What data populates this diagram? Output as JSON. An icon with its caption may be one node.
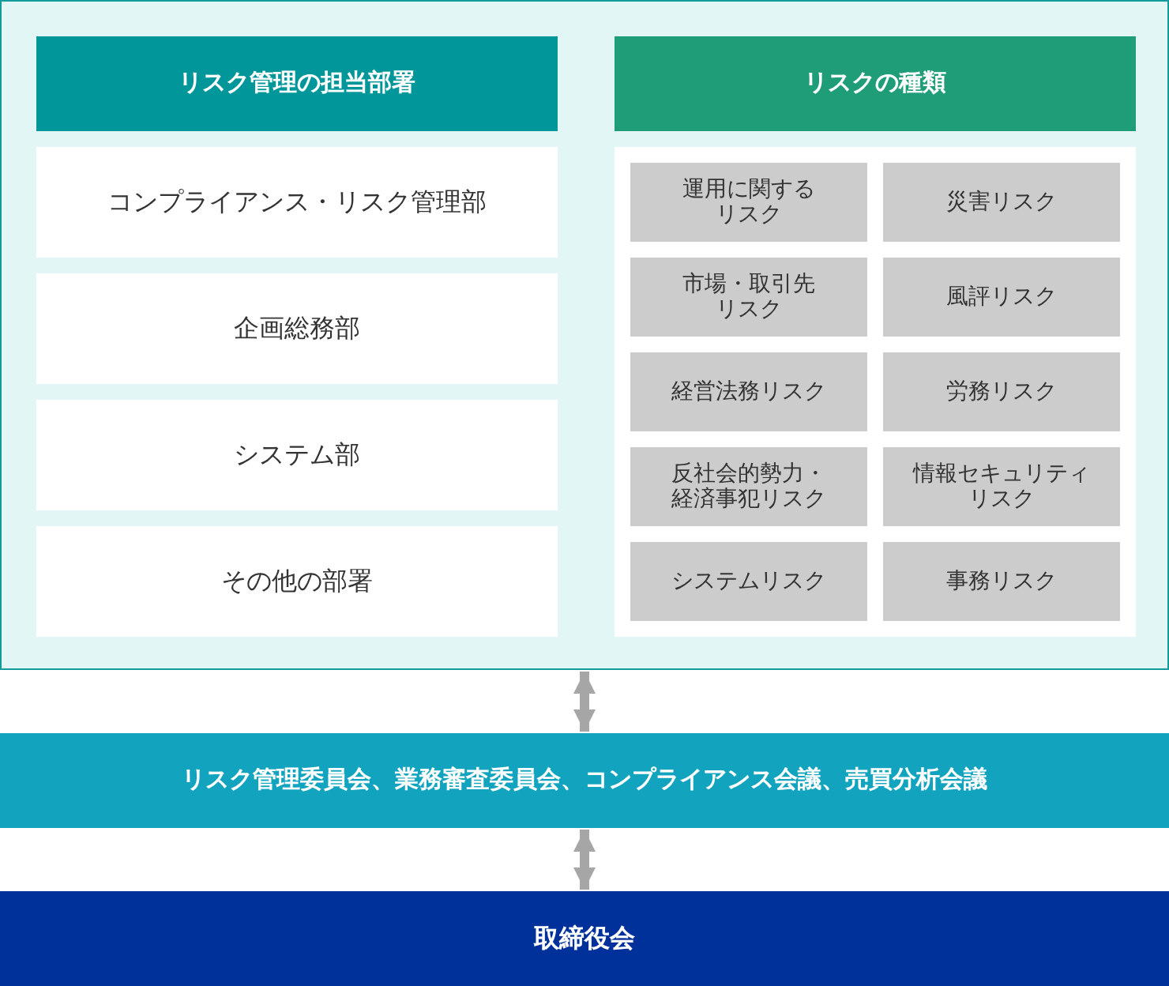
{
  "diagram": {
    "nodes": [
      {
        "text": [],
        "shape": "box"
      },
      {
        "text": [
          "リスク管理の担当部署"
        ],
        "in": 0
      },
      {
        "text": [
          "コンプライアンス・リスク管理部"
        ],
        "in": 0
      },
      {
        "text": [
          "企画総務部"
        ],
        "in": 0
      },
      {
        "text": [
          "システム部"
        ],
        "in": 0
      },
      {
        "text": [
          "その他の部署"
        ],
        "in": 0
      },
      {
        "text": [
          "リスクの種類"
        ],
        "in": 0
      },
      {
        "text": [],
        "shape": "box",
        "in": 0
      },
      {
        "text": [
          "運用に関するリスク"
        ],
        "in": 7
      },
      {
        "text": [
          "災害リスク"
        ],
        "in": 7
      },
      {
        "text": [
          "市場・取引先リスク"
        ],
        "in": 7
      },
      {
        "text": [
          "風評リスク"
        ],
        "in": 7
      },
      {
        "text": [
          "経営法務リスク"
        ],
        "in": 7
      },
      {
        "text": [
          "労務リスク"
        ],
        "in": 7
      },
      {
        "text": [
          "反社会的勢力・経済事犯リスク"
        ],
        "in": 7
      },
      {
        "text": [
          "情報セキュリティリスク"
        ],
        "in": 7
      },
      {
        "text": [
          "システムリスク"
        ],
        "in": 7
      },
      {
        "text": [
          "事務リスク"
        ],
        "in": 7
      },
      {
        "text": [
          "リスク管理委員会、業務審査委員会、コンプライアンス会議、売買分析会議"
        ]
      },
      {
        "text": [
          "取締役会"
        ]
      }
    ],
    "edges": [
      {
        "from": 0,
        "to": 18,
        "arrow": "both"
      },
      {
        "from": 18,
        "to": 19,
        "arrow": "both"
      }
    ]
  }
}
